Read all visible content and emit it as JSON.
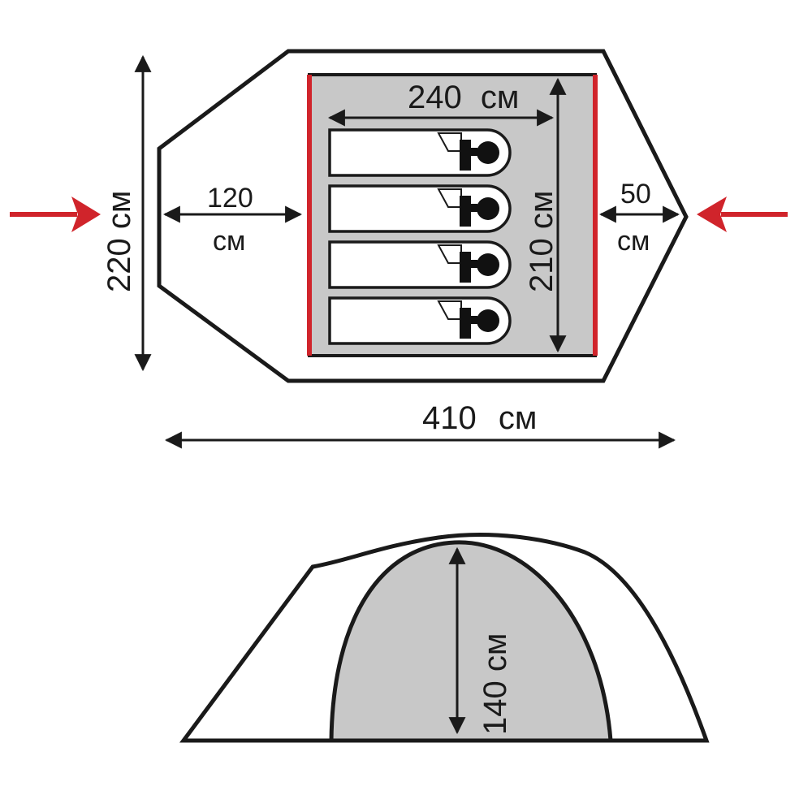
{
  "plan_view": {
    "overall_width": "220 см",
    "inner_length": "240 см",
    "inner_width": "210 см",
    "vestibule_large_value": "120",
    "vestibule_large_unit": "см",
    "vestibule_small_value": "50",
    "vestibule_small_unit": "см",
    "overall_length": "410 см",
    "sleeping_places": 4
  },
  "side_view": {
    "inner_height": "140 см"
  },
  "colors": {
    "outline": "#1a1a1a",
    "inner_fill": "#c8c8c8",
    "door_accent": "#d0242b",
    "entry_arrow": "#d0242b"
  }
}
